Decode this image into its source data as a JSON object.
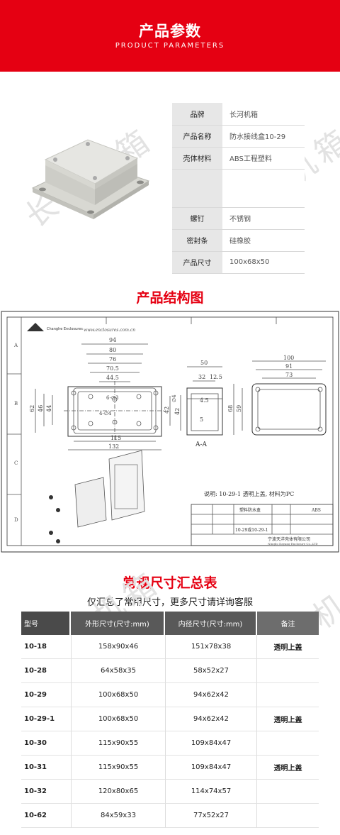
{
  "header": {
    "title": "产品参数",
    "subtitle": "PRODUCT PARAMETERS"
  },
  "watermark": "长河机箱",
  "params": [
    {
      "label": "品牌",
      "value": "长河机箱"
    },
    {
      "label": "产品名称",
      "value": "防水接线盒10-29"
    },
    {
      "label": "壳体材料",
      "value": "ABS工程塑料"
    },
    {
      "label": "",
      "value": ""
    },
    {
      "label": "螺钉",
      "value": "不锈钢"
    },
    {
      "label": "密封条",
      "value": "硅橡胶"
    },
    {
      "label": "产品尺寸",
      "value": "100x68x50"
    }
  ],
  "structure": {
    "title": "产品结构图",
    "brand": "Changhe Enclosures",
    "url": "www.enclosures.com.cn",
    "note": "说明: 10-29-1 透明上盖, 材料为PC",
    "company": "宁波天洋壳体有限公司",
    "company_en": "Ningbo Dayang Enclosure Co.,LTD",
    "model": "10-29或10-29-1",
    "material": "ABS",
    "part_name": "塑料防水盒",
    "section_label": "A-A",
    "row_labels": [
      "A",
      "B",
      "C",
      "D"
    ],
    "front_dims": {
      "w1": "94",
      "w2": "80",
      "w3": "76",
      "w4": "70.5",
      "w5": "44.5",
      "w6": "115",
      "w7": "132",
      "h1": "62",
      "h2": "46",
      "h3": "44",
      "h4": "42",
      "hole1": "6-∅3",
      "hole2": "4-∅4"
    },
    "side_dims": {
      "d1": "50",
      "d2": "32",
      "d3": "12.5",
      "d4": "4.5",
      "d5": "5",
      "d6": "42",
      "d7": "∅4"
    },
    "right_dims": {
      "w1": "100",
      "w2": "91",
      "w3": "73",
      "h1": "68",
      "h2": "59"
    }
  },
  "summary": {
    "title": "常规尺寸汇总表",
    "note": "仅汇总了常用尺寸，更多尺寸请详询客服",
    "headers": [
      "型号",
      "外形尺寸(尺寸:mm)",
      "内径尺寸(尺寸:mm)",
      "备注"
    ],
    "rows": [
      {
        "model": "10-18",
        "outer": "158x90x46",
        "inner": "151x78x38",
        "note": "透明上盖"
      },
      {
        "model": "10-28",
        "outer": "64x58x35",
        "inner": "58x52x27",
        "note": ""
      },
      {
        "model": "10-29",
        "outer": "100x68x50",
        "inner": "94x62x42",
        "note": ""
      },
      {
        "model": "10-29-1",
        "outer": "100x68x50",
        "inner": "94x62x42",
        "note": "透明上盖"
      },
      {
        "model": "10-30",
        "outer": "115x90x55",
        "inner": "109x84x47",
        "note": ""
      },
      {
        "model": "10-31",
        "outer": "115x90x55",
        "inner": "109x84x47",
        "note": "透明上盖"
      },
      {
        "model": "10-32",
        "outer": "120x80x65",
        "inner": "114x74x57",
        "note": ""
      },
      {
        "model": "10-62",
        "outer": "84x59x33",
        "inner": "77x52x27",
        "note": ""
      }
    ]
  },
  "colors": {
    "accent": "#e50012",
    "table_header": "#595959",
    "param_label_bg": "#e7e7e7"
  }
}
